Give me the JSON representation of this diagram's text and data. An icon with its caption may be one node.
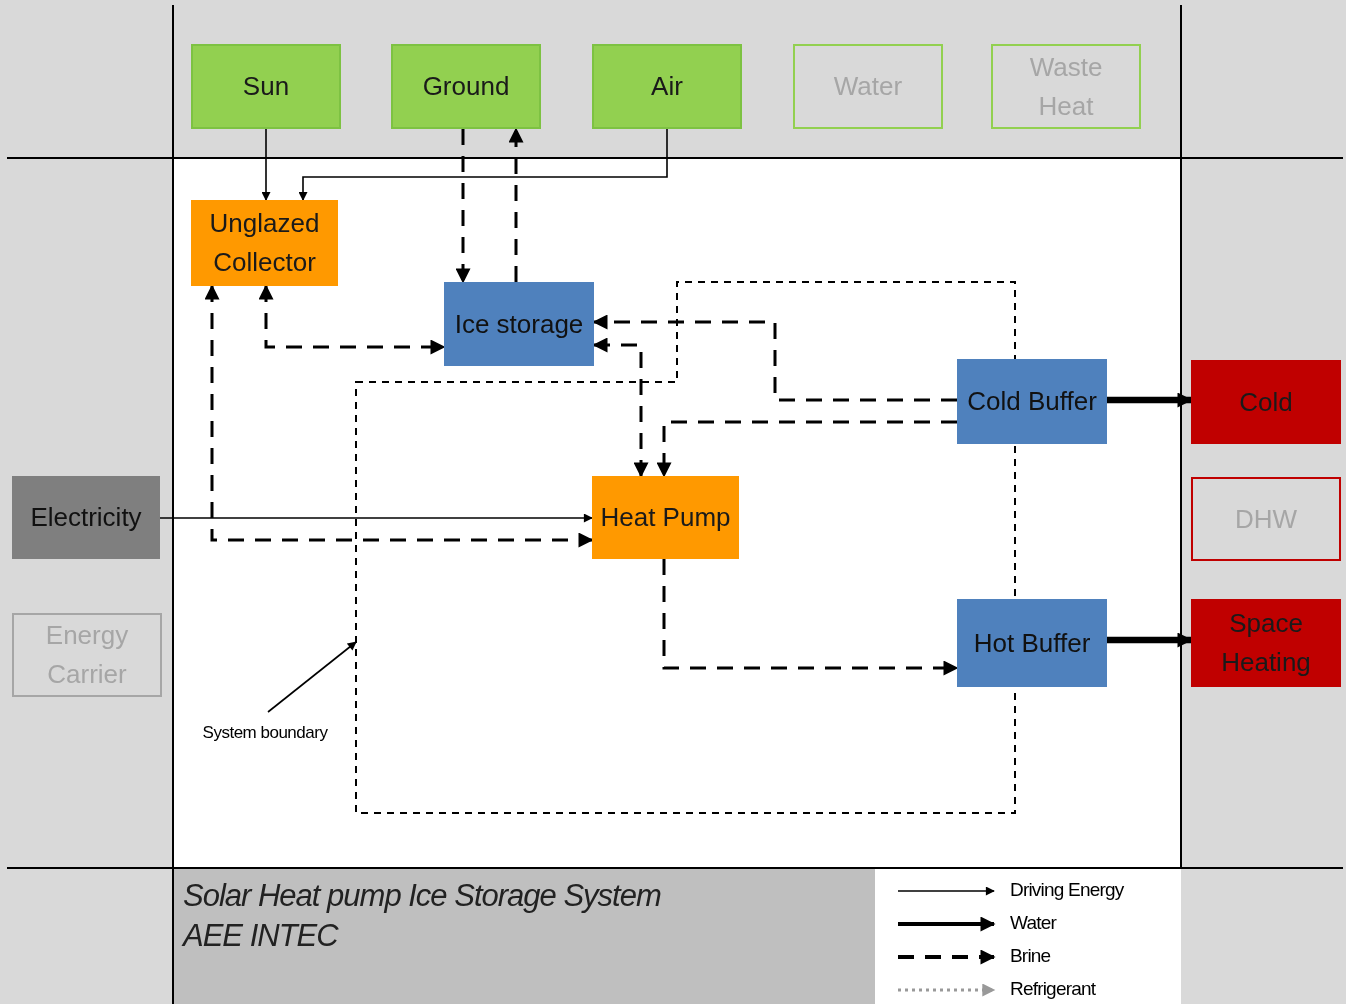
{
  "diagram": {
    "title": "Solar Heat pump Ice Storage System",
    "nodes": [
      {
        "text": [
          "Sun"
        ]
      },
      {
        "text": [
          "Ground"
        ]
      },
      {
        "text": [
          "Air"
        ]
      },
      {
        "text": [
          "Water"
        ]
      },
      {
        "text": [
          "Waste Heat"
        ]
      },
      {
        "text": [
          "Unglazed Collector"
        ]
      },
      {
        "text": [
          "Ice storage"
        ]
      },
      {
        "text": [
          "Cold Buffer"
        ]
      },
      {
        "text": [
          "Cold"
        ]
      },
      {
        "text": [
          "Electricity"
        ]
      },
      {
        "text": [
          "Heat Pump"
        ]
      },
      {
        "text": [
          "DHW"
        ]
      },
      {
        "text": [
          "Energy Carrier"
        ]
      },
      {
        "text": [
          "Hot Buffer"
        ]
      },
      {
        "text": [
          "Space Heating"
        ]
      },
      {
        "text": [
          "System boundary"
        ]
      }
    ],
    "edges": [
      {
        "from": 0,
        "to": 5,
        "arrow": "to"
      },
      {
        "from": 2,
        "to": 5,
        "arrow": "to"
      },
      {
        "from": 1,
        "to": 6,
        "arrow": "to",
        "style": "dashed"
      },
      {
        "from": 6,
        "to": 1,
        "arrow": "to",
        "style": "dashed"
      },
      {
        "from": 5,
        "to": 6,
        "arrow": "both",
        "style": "dashed"
      },
      {
        "from": 5,
        "to": 10,
        "arrow": "both",
        "style": "dashed"
      },
      {
        "from": 9,
        "to": 10,
        "arrow": "to"
      },
      {
        "from": 6,
        "to": 10,
        "arrow": "both",
        "style": "dashed"
      },
      {
        "from": 7,
        "to": 6,
        "arrow": "to",
        "style": "dashed"
      },
      {
        "from": 7,
        "to": 10,
        "arrow": "to",
        "style": "dashed"
      },
      {
        "from": 10,
        "to": 13,
        "arrow": "to",
        "style": "dashed"
      },
      {
        "from": 7,
        "to": 8,
        "arrow": "to",
        "style": "thick"
      },
      {
        "from": 13,
        "to": 14,
        "arrow": "to",
        "style": "thick"
      },
      {
        "from": 15,
        "to": null,
        "arrow": "to"
      }
    ],
    "labels": [
      "AEE INTEC"
    ],
    "legend": [
      {
        "text": "Driving Energy"
      },
      {
        "text": "Water"
      },
      {
        "text": "Brine"
      },
      {
        "text": "Refrigerant"
      }
    ]
  }
}
